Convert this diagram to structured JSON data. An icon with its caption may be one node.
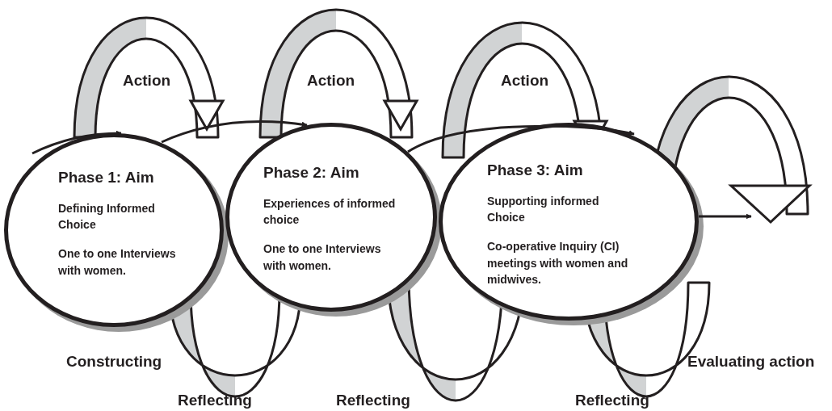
{
  "diagram": {
    "nodes": [
      {
        "text": [
          "Phase 1: Aim",
          "Defining Informed Choice",
          "One to one Interviews with women."
        ]
      },
      {
        "text": [
          "Phase 2: Aim",
          "Experiences of informed choice",
          "One to one Interviews with women."
        ]
      },
      {
        "text": [
          "Phase 3: Aim",
          "Supporting informed Choice",
          "Co-operative Inquiry (CI) meetings with women and midwives."
        ]
      }
    ],
    "edges": [
      {
        "from": null,
        "to": 0,
        "arrow": "to"
      },
      {
        "from": 0,
        "to": 1,
        "arrow": "to"
      },
      {
        "from": 1,
        "to": 2,
        "arrow": "to"
      },
      {
        "from": 2,
        "to": null,
        "arrow": "to"
      }
    ],
    "labels": [
      "Action",
      "Action",
      "Action",
      "Constructing",
      "Evaluating action",
      "Reflecting",
      "Reflecting",
      "Reflecting"
    ]
  }
}
